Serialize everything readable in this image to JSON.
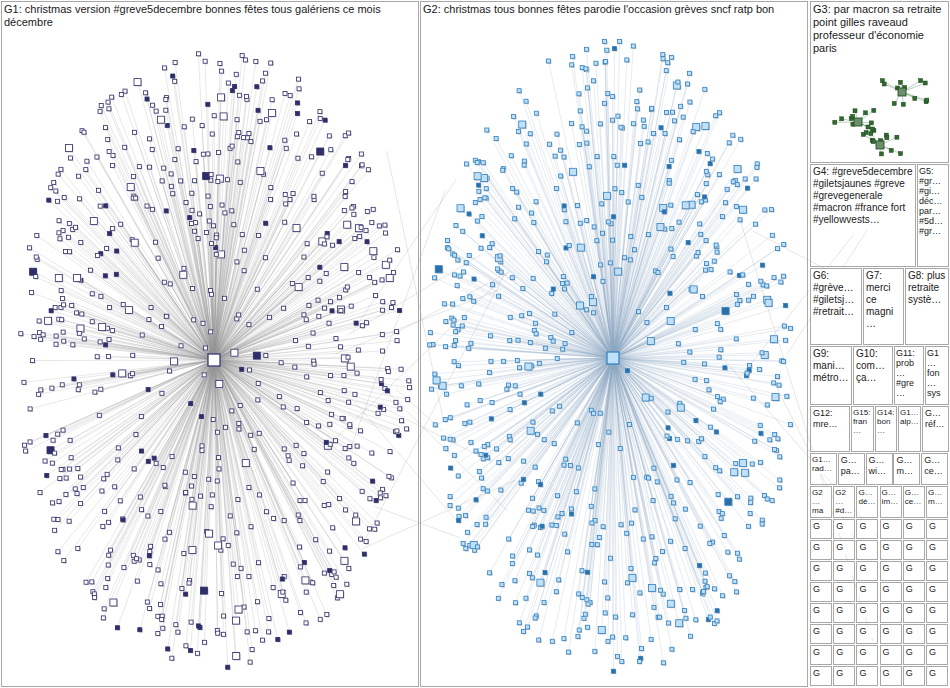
{
  "diagram": {
    "nodes": [
      {
        "text": [
          "G1: christmas version #greve5decembre bonnes fêtes tous galériens ce mois décembre"
        ]
      },
      {
        "text": [
          "G2: christmas tous bonnes fêtes parodie l'occasion grèves sncf ratp bon"
        ]
      },
      {
        "text": [
          "G3: par macron sa retraite point gilles raveaud professeur d'économie paris"
        ]
      },
      {
        "text": [
          "G4: #greve5decembre #giletsjaunes #greve #grevegenerale #macron #france fort #yellowvests…"
        ]
      },
      {
        "text": [
          "G5: #gr… #gi… déc… par… #5d… #gr…"
        ]
      },
      {
        "text": [
          "G6: #grève… #giletsj… #retrait…"
        ]
      },
      {
        "text": [
          "G7: merci ce magni…"
        ]
      },
      {
        "text": [
          "G8: plus retraite systè…"
        ]
      },
      {
        "text": [
          "G9: mani… métro…"
        ]
      },
      {
        "text": [
          "G10: com… ça…"
        ]
      },
      {
        "text": [
          "G11: prob… #gre…"
        ]
      },
      {
        "text": [
          "G1… fon… sys…"
        ]
      },
      {
        "text": [
          "G12: mre…"
        ]
      },
      {
        "text": [
          "G15: fran…"
        ]
      },
      {
        "text": [
          "G14: bon…"
        ]
      },
      {
        "text": [
          "G1… aip…"
        ]
      },
      {
        "text": [
          "G… réf…"
        ]
      },
      {
        "text": [
          "G1… rad…"
        ]
      },
      {
        "text": [
          "G… pa…"
        ]
      },
      {
        "text": [
          "G… wi…"
        ]
      },
      {
        "text": [
          "G… m…"
        ]
      },
      {
        "text": [
          "G… ce…"
        ]
      },
      {
        "text": [
          "G2… ma…"
        ]
      },
      {
        "text": [
          "G2… #d…"
        ]
      },
      {
        "text": [
          "G… dé…"
        ]
      },
      {
        "text": [
          "G… im…"
        ]
      },
      {
        "text": [
          "G… ce…"
        ]
      },
      {
        "text": [
          "G… m…"
        ]
      },
      {
        "text": [
          "G"
        ]
      },
      {
        "text": [
          "G"
        ]
      },
      {
        "text": [
          "G"
        ]
      },
      {
        "text": [
          "G"
        ]
      },
      {
        "text": [
          "G"
        ]
      },
      {
        "text": [
          "G"
        ]
      },
      {
        "text": [
          "G"
        ]
      },
      {
        "text": [
          "G"
        ]
      },
      {
        "text": [
          "G"
        ]
      },
      {
        "text": [
          "G"
        ]
      },
      {
        "text": [
          "G"
        ]
      },
      {
        "text": [
          "G"
        ]
      },
      {
        "text": [
          "G"
        ]
      },
      {
        "text": [
          "G"
        ]
      },
      {
        "text": [
          "G"
        ]
      },
      {
        "text": [
          "G"
        ]
      },
      {
        "text": [
          "G"
        ]
      },
      {
        "text": [
          "G"
        ]
      },
      {
        "text": [
          "G"
        ]
      },
      {
        "text": [
          "G"
        ]
      },
      {
        "text": [
          "G"
        ]
      },
      {
        "text": [
          "G"
        ]
      },
      {
        "text": [
          "G"
        ]
      },
      {
        "text": [
          "G"
        ]
      },
      {
        "text": [
          "G"
        ]
      },
      {
        "text": [
          "G"
        ]
      },
      {
        "text": [
          "G"
        ]
      },
      {
        "text": [
          "G"
        ]
      },
      {
        "text": [
          "G"
        ]
      },
      {
        "text": [
          "G"
        ]
      },
      {
        "text": [
          "G"
        ]
      },
      {
        "text": [
          "G"
        ]
      },
      {
        "text": [
          "G"
        ]
      },
      {
        "text": [
          "G"
        ]
      },
      {
        "text": [
          "G"
        ]
      },
      {
        "text": [
          "G"
        ]
      },
      {
        "text": [
          "G"
        ]
      },
      {
        "text": [
          "G"
        ]
      },
      {
        "text": [
          "G"
        ]
      },
      {
        "text": [
          "G"
        ]
      },
      {
        "text": [
          "G"
        ]
      },
      {
        "text": [
          "G"
        ]
      },
      {
        "text": [
          "G"
        ]
      },
      {
        "text": [
          "G"
        ]
      },
      {
        "text": [
          "G"
        ]
      },
      {
        "text": [
          "G"
        ]
      },
      {
        "text": [
          "G"
        ]
      },
      {
        "text": [
          "G"
        ]
      }
    ]
  }
}
